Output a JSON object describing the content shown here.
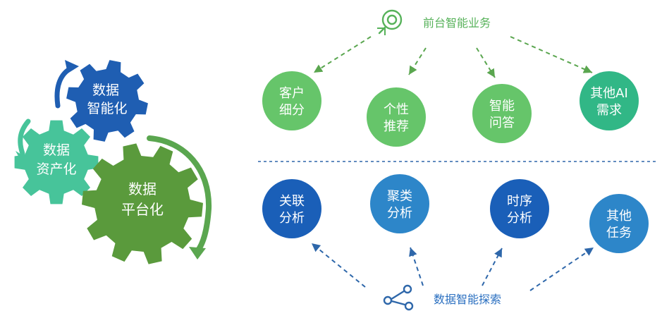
{
  "colors": {
    "gear_dark_blue": "#1f5eb2",
    "gear_teal": "#47c49a",
    "gear_green": "#5a9a3c",
    "circle_green": "#66c56a",
    "circle_teal": "#31b786",
    "circle_blue_dark": "#1a5fb8",
    "circle_blue": "#2d86c9",
    "arrow_green": "#5aa64f",
    "arrow_blue": "#2e67aa"
  },
  "gears": {
    "intelligence": {
      "line1": "数据",
      "line2": "智能化"
    },
    "assetization": {
      "line1": "数据",
      "line2": "资产化"
    },
    "platform": {
      "line1": "数据",
      "line2": "平台化"
    }
  },
  "top": {
    "label": "前台智能业务",
    "icon": "target-icon",
    "nodes": [
      {
        "line1": "客户",
        "line2": "细分"
      },
      {
        "line1": "个性",
        "line2": "推荐"
      },
      {
        "line1": "智能",
        "line2": "问答"
      },
      {
        "line1": "其他AI",
        "line2": "需求"
      }
    ]
  },
  "bottom": {
    "label": "数据智能探索",
    "icon": "share-network-icon",
    "nodes": [
      {
        "line1": "关联",
        "line2": "分析"
      },
      {
        "line1": "聚类",
        "line2": "分析"
      },
      {
        "line1": "时序",
        "line2": "分析"
      },
      {
        "line1": "其他",
        "line2": "任务"
      }
    ]
  }
}
